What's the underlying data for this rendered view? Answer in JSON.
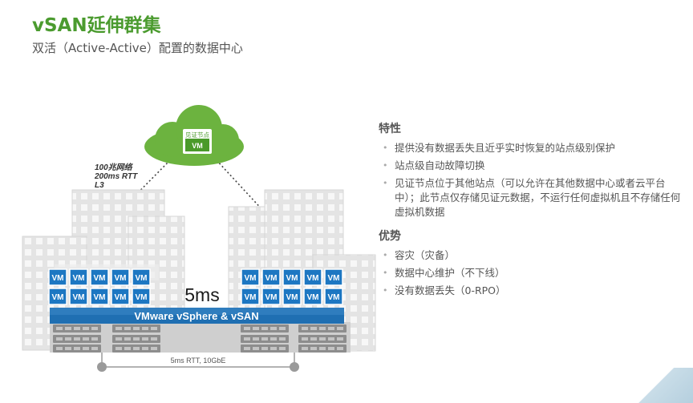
{
  "title": "vSAN延伸群集",
  "subtitle": "双活（Active-Active）配置的数据中心",
  "cloud": {
    "caption": "见证节点",
    "vm_label": "VM"
  },
  "network_note": [
    "100兆网络",
    "200ms RTT",
    "L3"
  ],
  "latency_label": "5ms",
  "platform_bar": "VMware vSphere & vSAN",
  "link_label": "5ms RTT, 10GbE",
  "vm_label": "VM",
  "features": {
    "heading": "特性",
    "items": [
      "提供没有数据丢失且近乎实时恢复的站点级别保护",
      "站点级自动故障切换",
      "见证节点位于其他站点（可以允许在其他数据中心或者云平台中）；此节点仅存储见证元数据，不运行任何虚拟机且不存储任何虚拟机数据"
    ]
  },
  "advantages": {
    "heading": "优势",
    "items": [
      "容灾（灾备）",
      "数据中心维护（不下线）",
      "没有数据丢失（0-RPO）"
    ]
  },
  "colors": {
    "title_green": "#4b9b2f",
    "cloud_green": "#6cb33f",
    "vm_blue": "#1d77c2",
    "bar_blue": "#1f6fb2",
    "building_gray": "#e3e3e3"
  }
}
